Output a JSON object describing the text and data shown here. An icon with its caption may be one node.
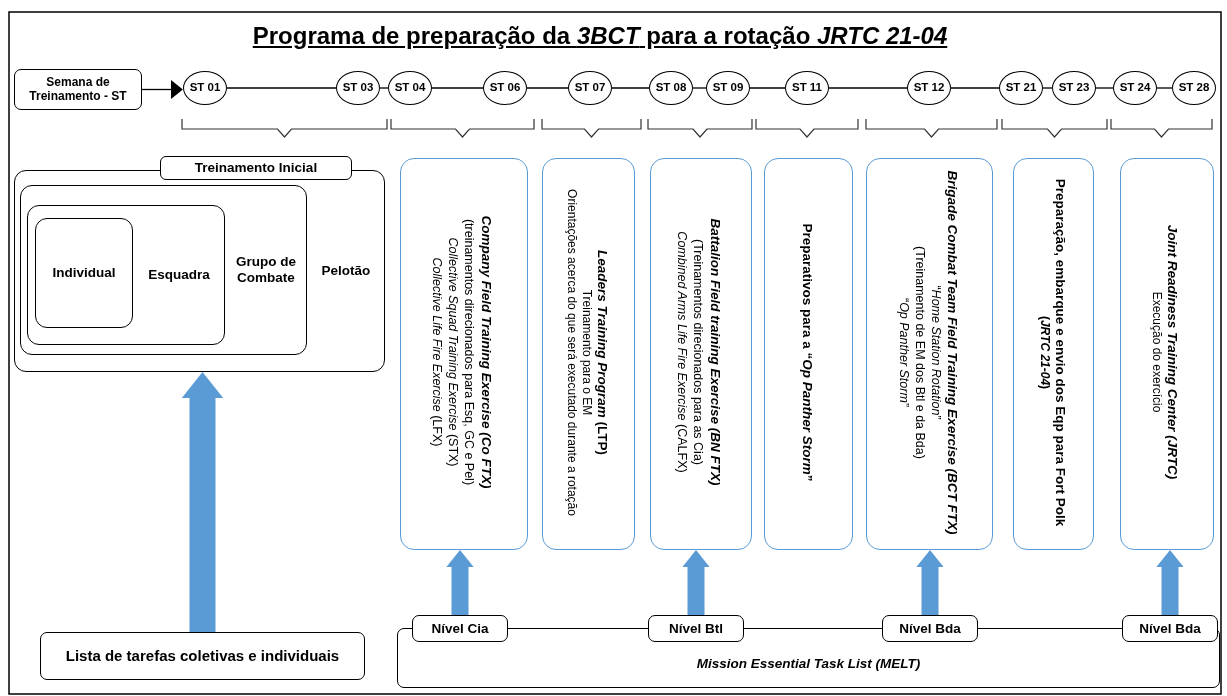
{
  "diagram": {
    "title": "Programa de preparação da *3BCT* para a rotação *JRTC 21-04*",
    "nodes": [
      {
        "text": [
          "Semana de Treinamento - ST"
        ]
      },
      {
        "text": [
          "ST 01"
        ]
      },
      {
        "text": [
          "ST 03"
        ]
      },
      {
        "text": [
          "ST 04"
        ]
      },
      {
        "text": [
          "ST 06"
        ]
      },
      {
        "text": [
          "ST 07"
        ]
      },
      {
        "text": [
          "ST 08"
        ]
      },
      {
        "text": [
          "ST 09"
        ]
      },
      {
        "text": [
          "ST 11"
        ]
      },
      {
        "text": [
          "ST 12"
        ]
      },
      {
        "text": [
          "ST 21"
        ]
      },
      {
        "text": [
          "ST 23"
        ]
      },
      {
        "text": [
          "ST 24"
        ]
      },
      {
        "text": [
          "ST 28"
        ]
      },
      {
        "text": [
          "Treinamento Inicial",
          "Pelotão"
        ]
      },
      {
        "text": [
          "Grupo de Combate"
        ],
        "in": 14
      },
      {
        "text": [
          "Esquadra"
        ],
        "in": 15
      },
      {
        "text": [
          "Individual"
        ],
        "in": 16
      },
      {
        "text": [
          "*Company Field  Training Exercise (Co FTX)*",
          "(treinamentos direcionados para Esq, GC e Pel)",
          "*Collective Squad Training Exercise* (STX)",
          "*Collective Life Fire Exercise* (LFX)"
        ]
      },
      {
        "text": [
          "*Leaders Training Program* (LTP)",
          "Treinamento para o EM",
          "Orientações acerca do que será executado durante a rotação"
        ]
      },
      {
        "text": [
          "*Battalion Field training Exercise (BN FTX)*",
          "(Treinamentos direcionados para as Cia)",
          "*Combined Arms Life Fire Exercise* (CALFX)"
        ]
      },
      {
        "text": [
          "Preparativos para a “*Op Panther Storm*”"
        ]
      },
      {
        "text": [
          "*Brigade Combat Team Field Training Exercise (BCT FTX)*",
          "“*Home Station Rotation*”",
          "(Treinamento de EM dos Btl e da Bda)",
          "“*Op Panther Storm*”"
        ]
      },
      {
        "text": [
          "Preparação, embarque e envio dos Eqp para Fort Polk",
          "**(*JRTC 21-04*)**"
        ]
      },
      {
        "text": [
          "*Joint Readiness Training Center (JRTC)*",
          "Execução do exercício"
        ]
      },
      {
        "text": [
          "Lista de tarefas coletivas e individuais"
        ]
      },
      {
        "text": [
          "*Mission Essential Task List (MELT)*"
        ]
      },
      {
        "text": [
          "Nível Cia"
        ]
      },
      {
        "text": [
          "Nível Btl"
        ]
      },
      {
        "text": [
          "Nível Bda"
        ]
      },
      {
        "text": [
          "Nível Bda"
        ]
      }
    ],
    "edges": [
      {
        "from": 0,
        "to": 1,
        "arrow": "to"
      },
      {
        "from": 1,
        "to": 2,
        "arrow": "none"
      },
      {
        "from": 2,
        "to": 3,
        "arrow": "none"
      },
      {
        "from": 3,
        "to": 4,
        "arrow": "none"
      },
      {
        "from": 4,
        "to": 5,
        "arrow": "none"
      },
      {
        "from": 5,
        "to": 6,
        "arrow": "none"
      },
      {
        "from": 6,
        "to": 7,
        "arrow": "none"
      },
      {
        "from": 7,
        "to": 8,
        "arrow": "none"
      },
      {
        "from": 8,
        "to": 9,
        "arrow": "none"
      },
      {
        "from": 9,
        "to": 10,
        "arrow": "none"
      },
      {
        "from": 10,
        "to": 11,
        "arrow": "none"
      },
      {
        "from": 11,
        "to": 12,
        "arrow": "none"
      },
      {
        "from": 12,
        "to": 13,
        "arrow": "none"
      },
      {
        "from": 25,
        "to": 14,
        "arrow": "to",
        "style": "thick",
        "color": "#5b9bd5"
      },
      {
        "from": 27,
        "to": 18,
        "arrow": "to",
        "style": "thick",
        "color": "#5b9bd5"
      },
      {
        "from": 28,
        "to": 20,
        "arrow": "to",
        "style": "thick",
        "color": "#5b9bd5"
      },
      {
        "from": 29,
        "to": 22,
        "arrow": "to",
        "style": "thick",
        "color": "#5b9bd5"
      },
      {
        "from": 30,
        "to": 24,
        "arrow": "to",
        "style": "thick",
        "color": "#5b9bd5"
      }
    ]
  }
}
